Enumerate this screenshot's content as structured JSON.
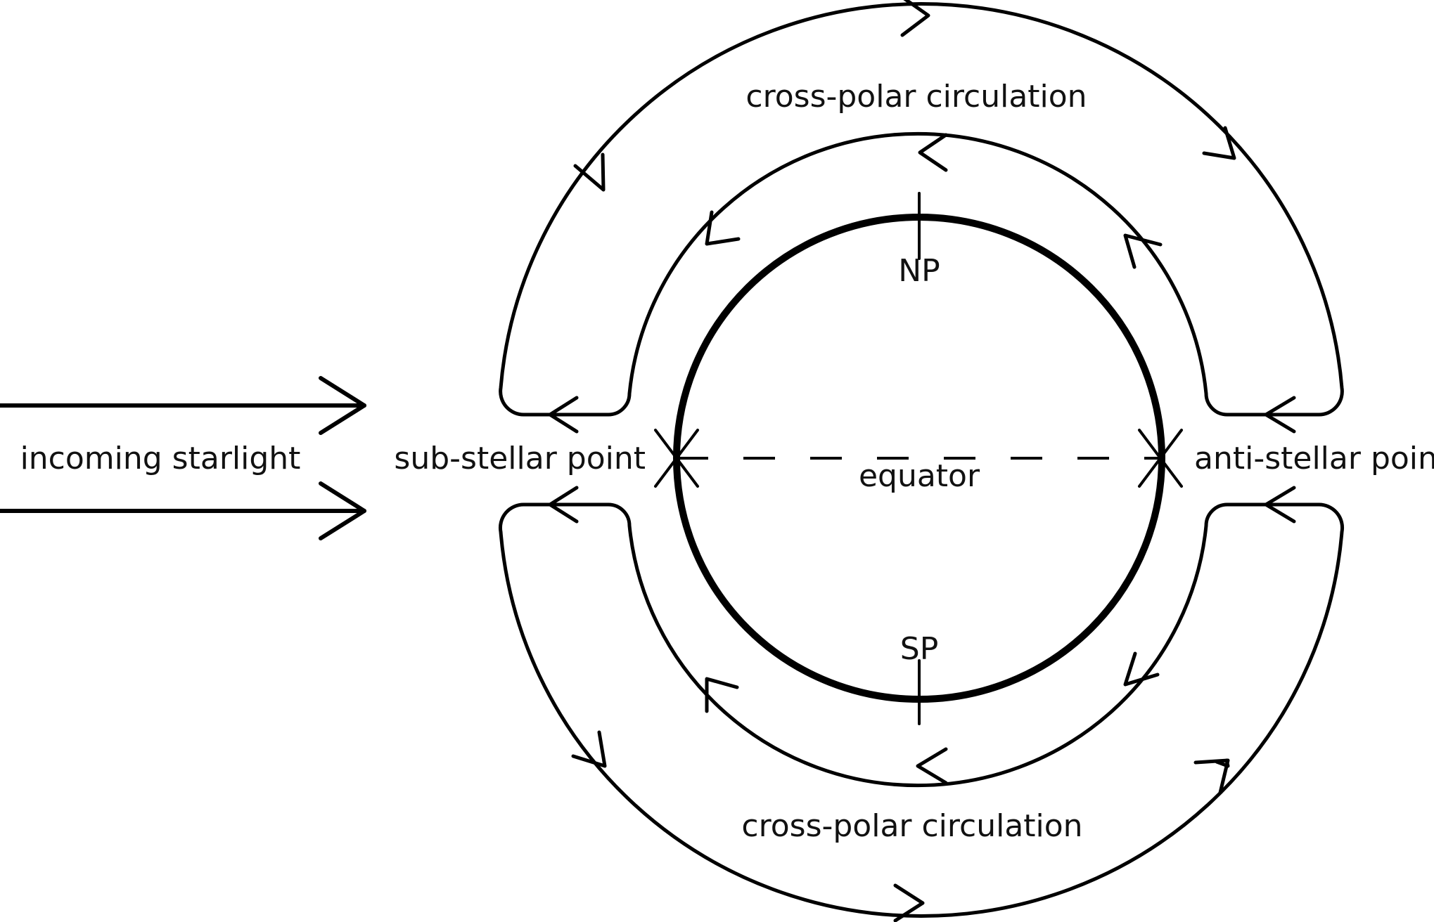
{
  "labels": {
    "incoming": "incoming starlight",
    "sub_stellar": "sub-stellar point",
    "anti_stellar": "anti-stellar point",
    "equator": "equator",
    "north_pole": "NP",
    "south_pole": "SP",
    "cross_polar_top": "cross-polar circulation",
    "cross_polar_bottom": "cross-polar circulation"
  },
  "colors": {
    "ink": "#000000",
    "background": "#ffffff"
  }
}
